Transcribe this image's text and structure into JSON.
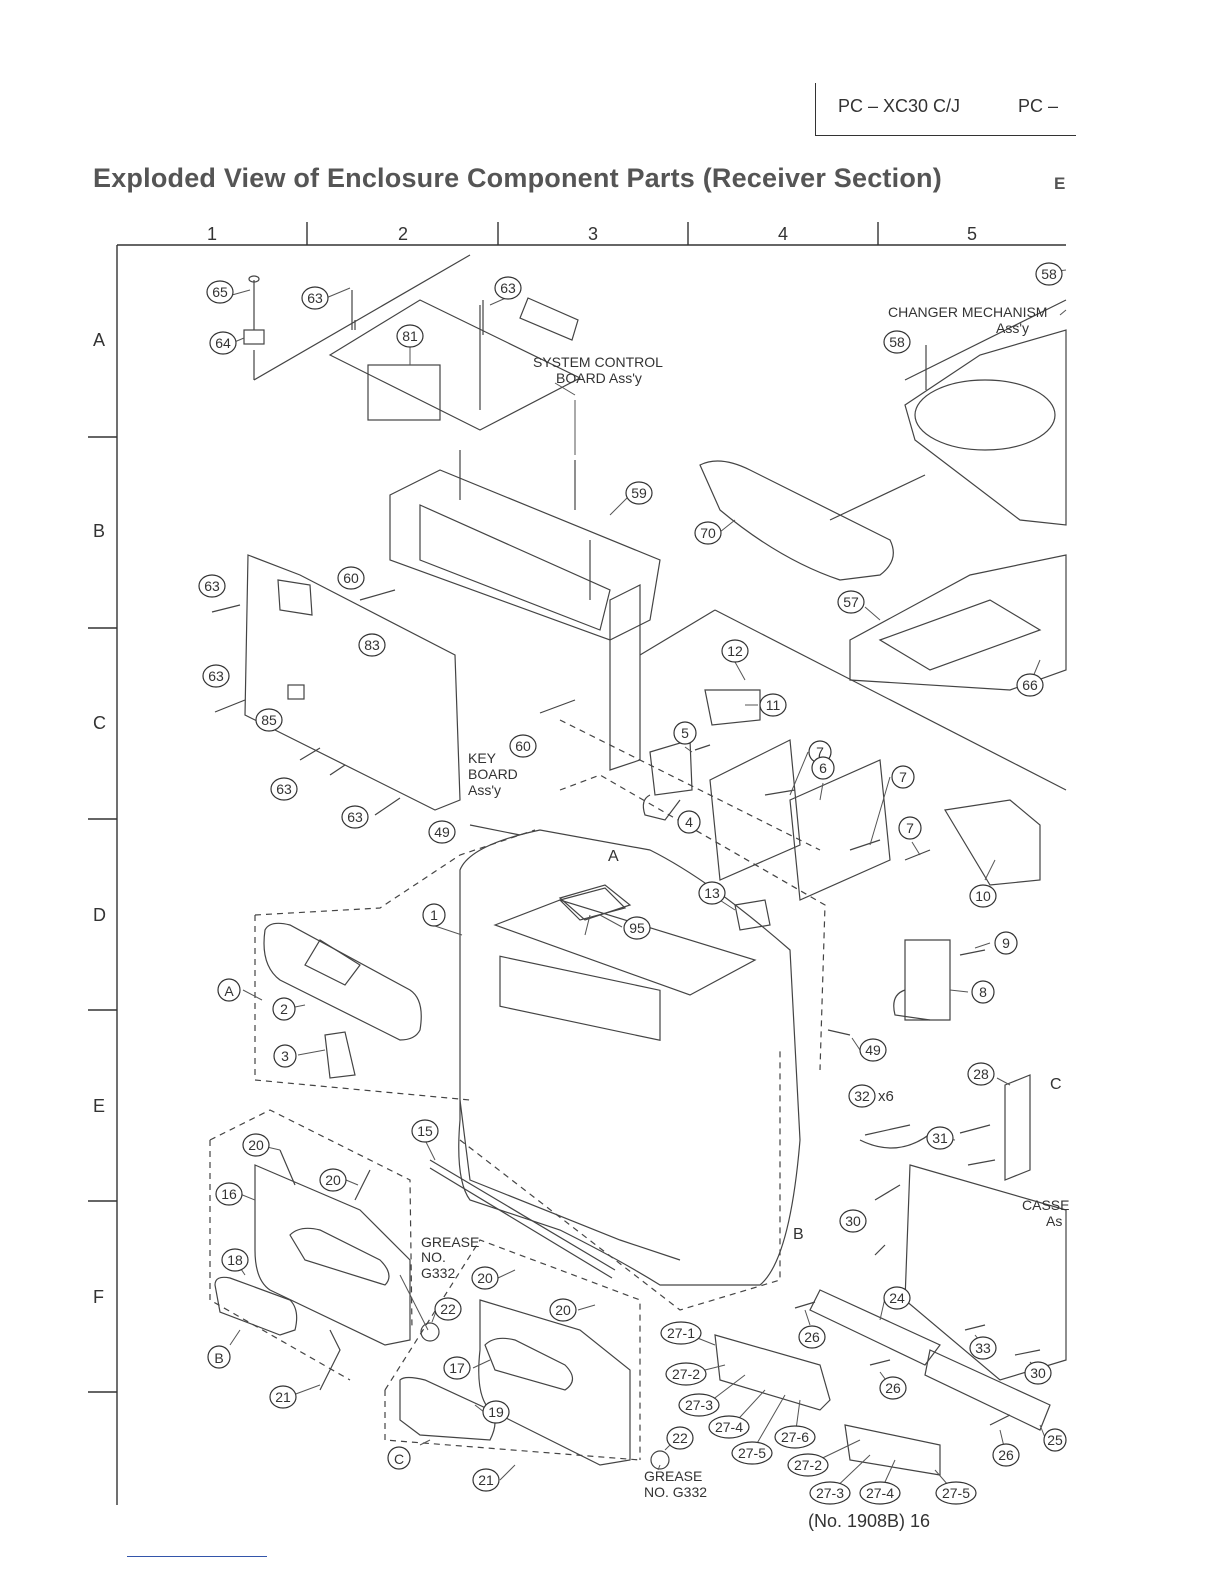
{
  "header": {
    "model_1": "PC – XC30 C/J",
    "model_2": "PC –"
  },
  "title": "Exploded View of Enclosure Component Parts (Receiver Section)",
  "title_cut": "E",
  "grid": {
    "columns": [
      "1",
      "2",
      "3",
      "4",
      "5"
    ],
    "rows": [
      "A",
      "B",
      "C",
      "D",
      "E",
      "F"
    ]
  },
  "labels": {
    "changer": "CHANGER MECHANISM",
    "changer_assy": "Ass'y",
    "sys1": "SYSTEM CONTROL",
    "sys2": "BOARD Ass'y",
    "key1": "KEY",
    "key2": "BOARD",
    "key3": "Ass'y",
    "grease1_a": "GREASE",
    "grease1_b": "NO.",
    "grease1_c": "G332",
    "grease2_a": "GREASE",
    "grease2_b": "NO. G332",
    "casse": "CASSE",
    "casse_as": "As",
    "x6": "x6",
    "ref_a1": "A",
    "ref_a2": "A",
    "ref_b1": "B",
    "ref_b2": "B",
    "ref_c1": "C",
    "ref_c2": "C"
  },
  "callouts": {
    "p65": "65",
    "p63a": "63",
    "p63b": "63",
    "p64": "64",
    "p81": "81",
    "p58a": "58",
    "p58b": "58",
    "p59": "59",
    "p70": "70",
    "p63c": "63",
    "p60a": "60",
    "p83": "83",
    "p63d": "63",
    "p85": "85",
    "p63e": "63",
    "p63f": "63",
    "p57": "57",
    "p66": "66",
    "p12": "12",
    "p11": "11",
    "p5": "5",
    "p7a": "7",
    "p6": "6",
    "p7b": "7",
    "p60b": "60",
    "p4": "4",
    "p49a": "49",
    "p7c": "7",
    "p13": "13",
    "p10": "10",
    "p1": "1",
    "p95": "95",
    "p9": "9",
    "p8": "8",
    "p2": "2",
    "p3": "3",
    "p49b": "49",
    "p28": "28",
    "p32": "32",
    "p31": "31",
    "p15": "15",
    "p20a": "20",
    "p16": "16",
    "p20b": "20",
    "p30a": "30",
    "p18": "18",
    "p20c": "20",
    "p22a": "22",
    "p20d": "20",
    "p24": "24",
    "p26a": "26",
    "p33": "33",
    "p27_1": "27-1",
    "p27_2a": "27-2",
    "p26b": "26",
    "p30b": "30",
    "p17": "17",
    "p27_3a": "27-3",
    "p21a": "21",
    "p27_4a": "27-4",
    "p27_6": "27-6",
    "p19": "19",
    "p27_5a": "27-5",
    "p26c": "26",
    "p25": "25",
    "p22b": "22",
    "p27_2b": "27-2",
    "p21b": "21",
    "p27_3b": "27-3",
    "p27_4b": "27-4",
    "p27_5b": "27-5"
  },
  "footer": "(No. 1908B) 16"
}
